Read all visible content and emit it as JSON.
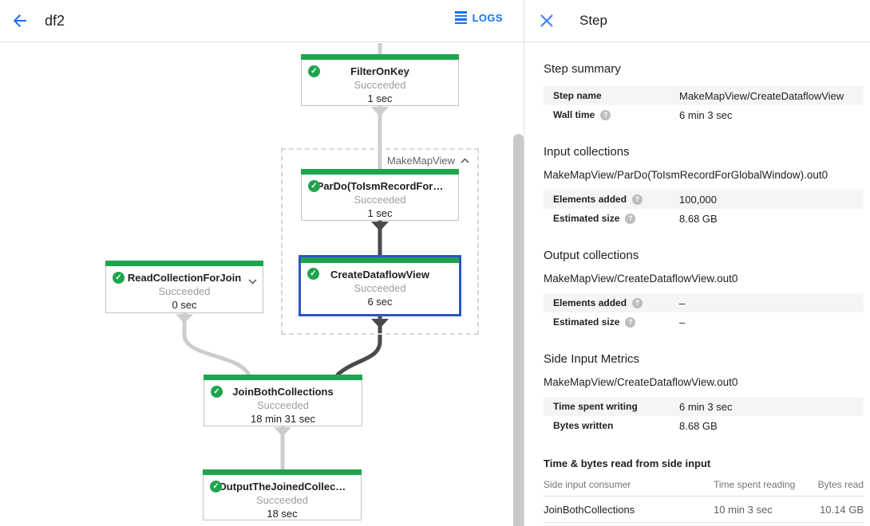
{
  "toolbar": {
    "title": "df2",
    "logs_label": "LOGS"
  },
  "panel": {
    "title": "Step",
    "step_summary": {
      "title": "Step summary",
      "rows": [
        {
          "label": "Step name",
          "value": "MakeMapView/CreateDataflowView"
        },
        {
          "label": "Wall time",
          "value": "6 min 3 sec"
        }
      ]
    },
    "input_collections": {
      "title": "Input collections",
      "collection": "MakeMapView/ParDo(ToIsmRecordForGlobalWindow).out0",
      "rows": [
        {
          "label": "Elements added",
          "value": "100,000"
        },
        {
          "label": "Estimated size",
          "value": "8.68 GB"
        }
      ]
    },
    "output_collections": {
      "title": "Output collections",
      "collection": "MakeMapView/CreateDataflowView.out0",
      "rows": [
        {
          "label": "Elements added",
          "value": "–"
        },
        {
          "label": "Estimated size",
          "value": "–"
        }
      ]
    },
    "side_input_metrics": {
      "title": "Side Input Metrics",
      "collection": "MakeMapView/CreateDataflowView.out0",
      "rows": [
        {
          "label": "Time spent writing",
          "value": "6 min 3 sec"
        },
        {
          "label": "Bytes written",
          "value": "8.68 GB"
        }
      ]
    },
    "side_input_table": {
      "title": "Time & bytes read from side input",
      "headers": [
        "Side input consumer",
        "Time spent reading",
        "Bytes read"
      ],
      "rows": [
        {
          "consumer": "JoinBothCollections",
          "time": "10 min 3 sec",
          "bytes": "10.14 GB"
        }
      ]
    }
  },
  "graph": {
    "group": {
      "label": "MakeMapView"
    },
    "nodes": [
      {
        "title": "FilterOnKey",
        "status": "Succeeded",
        "time": "1 sec"
      },
      {
        "title": "ParDo(ToIsmRecordFor…",
        "status": "Succeeded",
        "time": "1 sec"
      },
      {
        "title": "CreateDataflowView",
        "status": "Succeeded",
        "time": "6 sec"
      },
      {
        "title": "ReadCollectionForJoin",
        "status": "Succeeded",
        "time": "0 sec"
      },
      {
        "title": "JoinBothCollections",
        "status": "Succeeded",
        "time": "18 min 31 sec"
      },
      {
        "title": "OutputTheJoinedCollec…",
        "status": "Succeeded",
        "time": "18 sec"
      }
    ]
  },
  "colors": {
    "accent_blue": "#1a73e8",
    "selected_border": "#2a56c6",
    "success_green": "#1ea54c",
    "edge_light": "#cdcdcd",
    "edge_dark": "#4a4a4a"
  }
}
